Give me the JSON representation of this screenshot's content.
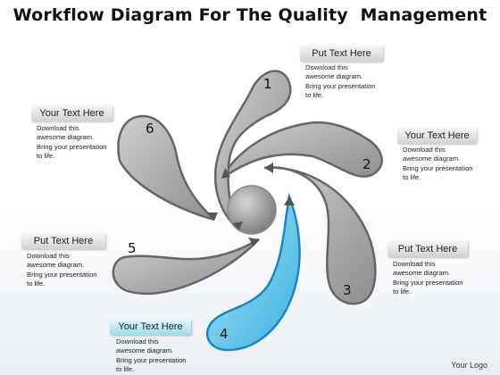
{
  "title": "Workflow Diagram For The Quality  Management",
  "footer": "Your Logo",
  "colors": {
    "petal_fill": "#a9a9a9",
    "petal_outline": "#666666",
    "highlight_fill": "#6cc9ec",
    "highlight_outline": "#1b87c2"
  },
  "steps": [
    {
      "number": "1",
      "label": "Put Text Here",
      "desc": [
        "Download this",
        "awesome diagram.",
        "Bring your presentation",
        "to life."
      ]
    },
    {
      "number": "2",
      "label": "Your Text Here",
      "desc": [
        "Download this",
        "awesome diagram.",
        "Bring your presentation",
        "to life."
      ]
    },
    {
      "number": "3",
      "label": "Put Text Here",
      "desc": [
        "Download this",
        "awesome diagram.",
        "Bring your presentation",
        "to life."
      ]
    },
    {
      "number": "4",
      "label": "Your Text Here",
      "desc": [
        "Download this",
        "awesome diagram.",
        "Bring your presentation",
        "to life."
      ]
    },
    {
      "number": "5",
      "label": "Put Text Here",
      "desc": [
        "Download this",
        "awesome diagram.",
        "Bring your presentation",
        "to life."
      ]
    },
    {
      "number": "6",
      "label": "Your Text Here",
      "desc": [
        "Download this",
        "awesome diagram.",
        "Bring your presentation",
        "to life."
      ]
    }
  ]
}
